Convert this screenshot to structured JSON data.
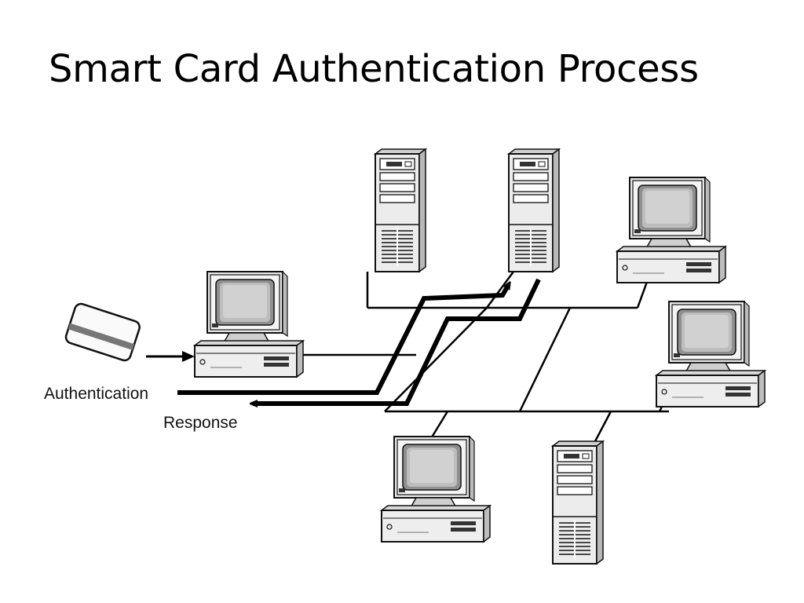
{
  "slide": {
    "title": "Smart Card Authentication Process"
  },
  "diagram": {
    "labels": {
      "authentication": "Authentication",
      "response": "Response"
    },
    "nodes": [
      {
        "kind": "smart-card"
      },
      {
        "kind": "client-workstation"
      },
      {
        "kind": "server"
      },
      {
        "kind": "authentication-server"
      },
      {
        "kind": "workstation"
      },
      {
        "kind": "workstation"
      },
      {
        "kind": "workstation"
      },
      {
        "kind": "server"
      }
    ],
    "icons": [
      "smart-card-icon",
      "desktop-computer-icon",
      "tower-server-icon",
      "arrow-icon"
    ]
  }
}
